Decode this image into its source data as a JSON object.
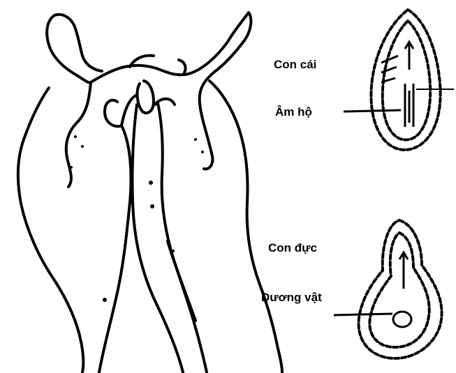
{
  "labels": {
    "female": "Con cái",
    "vulva": "Âm hộ",
    "male": "Con đực",
    "penis": "Dương vật"
  },
  "colors": {
    "ink": "#000000",
    "paper": "#ffffff"
  }
}
